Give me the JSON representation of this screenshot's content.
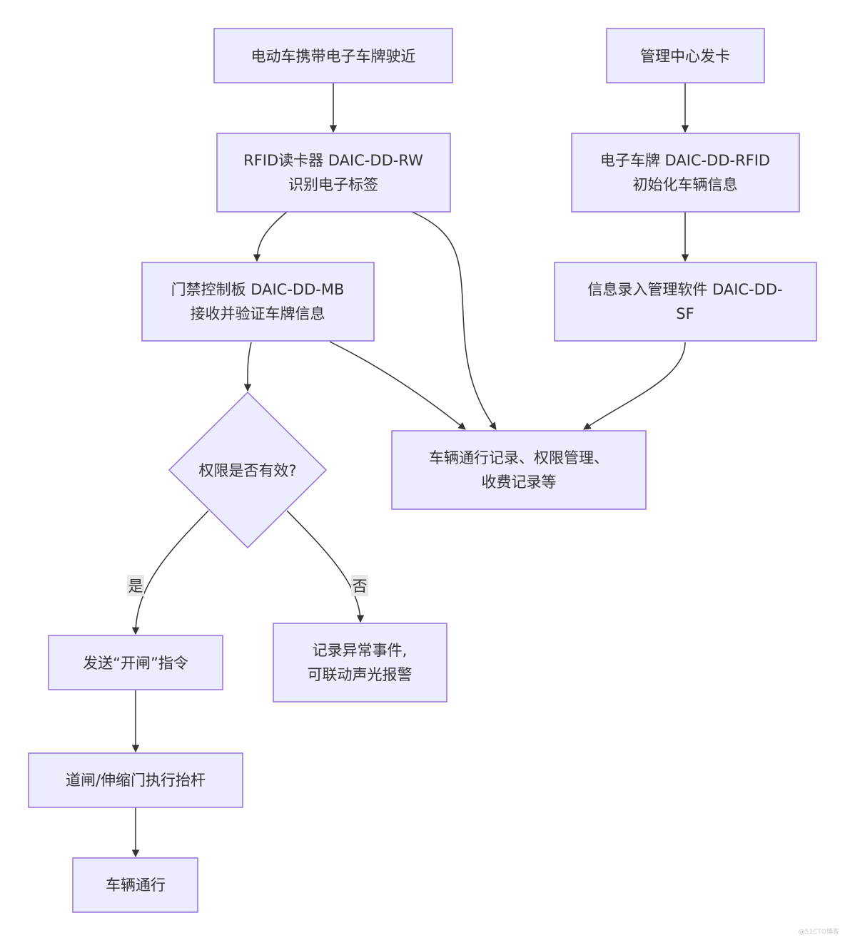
{
  "nodes": {
    "ev": {
      "lines": [
        "电动车携带电子车牌驶近"
      ]
    },
    "card": {
      "lines": [
        "管理中心发卡"
      ]
    },
    "reader": {
      "lines": [
        "RFID读卡器 DAIC-DD-RW",
        "识别电子标签"
      ]
    },
    "plate": {
      "lines": [
        "电子车牌 DAIC-DD-RFID",
        "初始化车辆信息"
      ]
    },
    "board": {
      "lines": [
        "门禁控制板 DAIC-DD-MB",
        "接收并验证车牌信息"
      ]
    },
    "software": {
      "lines": [
        "信息录入管理软件 DAIC-DD-",
        "SF"
      ]
    },
    "decision": {
      "lines": [
        "权限是否有效?"
      ]
    },
    "records": {
      "lines": [
        "车辆通行记录、权限管理、",
        "收费记录等"
      ]
    },
    "open": {
      "lines": [
        "发送“开闸”指令"
      ]
    },
    "log": {
      "lines": [
        "记录异常事件,",
        "可联动声光报警"
      ]
    },
    "gate": {
      "lines": [
        "道闸/伸缩门执行抬杆"
      ]
    },
    "pass": {
      "lines": [
        "车辆通行"
      ]
    }
  },
  "edges": {
    "yes": "是",
    "no": "否"
  },
  "watermark": "@51CTO博客",
  "colors": {
    "node_fill": "#ECECFF",
    "node_stroke": "#9370DB",
    "edge": "#333333",
    "label_bg": "#E8E8E8"
  }
}
